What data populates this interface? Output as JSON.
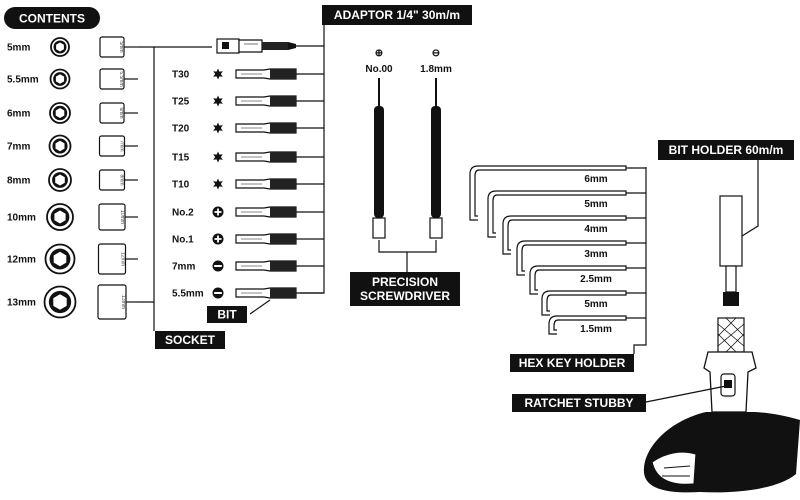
{
  "colors": {
    "ink": "#111111",
    "paper": "#ffffff",
    "grey": "#777777"
  },
  "badges": {
    "contents": "CONTENTS",
    "adaptor": "ADAPTOR 1/4\" 30m/m",
    "precision_line1": "PRECISION",
    "precision_line2": "SCREWDRIVER",
    "bit_holder": "BIT HOLDER 60m/m",
    "socket": "SOCKET",
    "bit": "BIT",
    "hex_key_holder": "HEX KEY HOLDER",
    "ratchet_stubby": "RATCHET STUBBY"
  },
  "sockets": [
    {
      "label": "5mm",
      "side": "5mm"
    },
    {
      "label": "5.5mm",
      "side": "5.5mm"
    },
    {
      "label": "6mm",
      "side": "6mm"
    },
    {
      "label": "7mm",
      "side": "7mm"
    },
    {
      "label": "8mm",
      "side": "8mm"
    },
    {
      "label": "10mm",
      "side": "10mm"
    },
    {
      "label": "12mm",
      "side": "12mm"
    },
    {
      "label": "13mm",
      "side": "13mm"
    }
  ],
  "bits": [
    {
      "label": "T30",
      "icon": "torx-star-icon"
    },
    {
      "label": "T25",
      "icon": "torx-star-icon"
    },
    {
      "label": "T20",
      "icon": "torx-star-icon"
    },
    {
      "label": "T15",
      "icon": "torx-star-icon"
    },
    {
      "label": "T10",
      "icon": "torx-star-icon"
    },
    {
      "label": "No.2",
      "icon": "phillips-cross-icon"
    },
    {
      "label": "No.1",
      "icon": "phillips-cross-icon"
    },
    {
      "label": "7mm",
      "icon": "slotted-minus-icon"
    },
    {
      "label": "5.5mm",
      "icon": "slotted-minus-icon"
    }
  ],
  "screwdrivers": [
    {
      "symbol": "⊕",
      "label": "No.00",
      "icon": "phillips-cross-icon"
    },
    {
      "symbol": "⊖",
      "label": "1.8mm",
      "icon": "slotted-minus-icon"
    }
  ],
  "hex_keys": [
    "6mm",
    "5mm",
    "4mm",
    "3mm",
    "2.5mm",
    "5mm",
    "1.5mm"
  ]
}
